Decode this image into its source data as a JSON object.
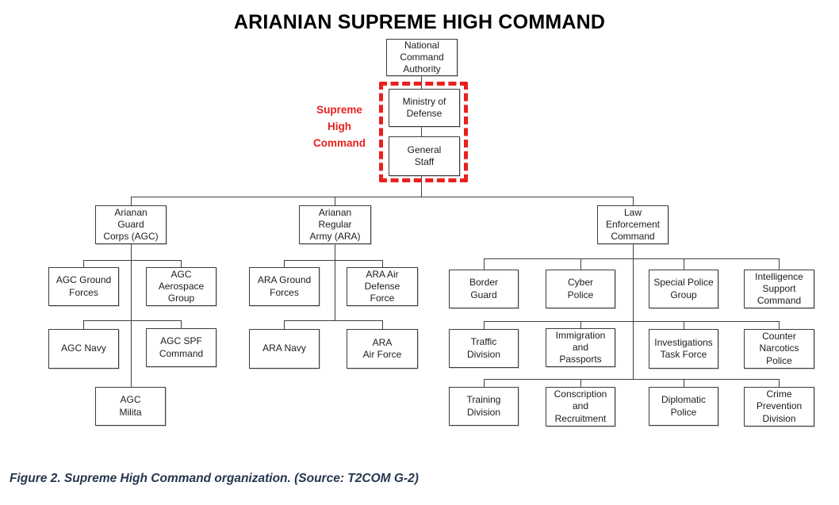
{
  "title": "ARIANIAN SUPREME HIGH COMMAND",
  "caption": "Figure 2. Supreme High Command organization. (Source: T2COM G-2)",
  "colors": {
    "accent_red": "#e8201e",
    "caption_text": "#263650",
    "line": "#3f3f3f",
    "box_border": "#3c3c3c"
  },
  "org": {
    "national_command_authority": "National\nCommand\nAuthority",
    "supreme_high_command_label": "Supreme\nHigh\nCommand",
    "ministry_of_defense": "Ministry of\nDefense",
    "general_staff": "General\nStaff",
    "agc": {
      "label": "Arianan\nGuard\nCorps (AGC)",
      "children": [
        "AGC Ground\nForces",
        "AGC\nAerospace\nGroup",
        "AGC Navy",
        "AGC SPF\nCommand",
        "AGC\nMilita"
      ]
    },
    "ara": {
      "label": "Arianan\nRegular\nArmy (ARA)",
      "children": [
        "ARA Ground\nForces",
        "ARA Air\nDefense\nForce",
        "ARA Navy",
        "ARA\nAir Force"
      ]
    },
    "lec": {
      "label": "Law\nEnforcement\nCommand",
      "children": [
        "Border\nGuard",
        "Cyber\nPolice",
        "Special Police\nGroup",
        "Intelligence\nSupport\nCommand",
        "Traffic\nDivision",
        "Immigration\nand\nPassports",
        "Investigations\nTask Force",
        "Counter\nNarcotics\nPolice",
        "Training\nDivision",
        "Conscription\nand\nRecruitment",
        "Diplomatic\nPolice",
        "Crime\nPrevention\nDivision"
      ]
    }
  }
}
